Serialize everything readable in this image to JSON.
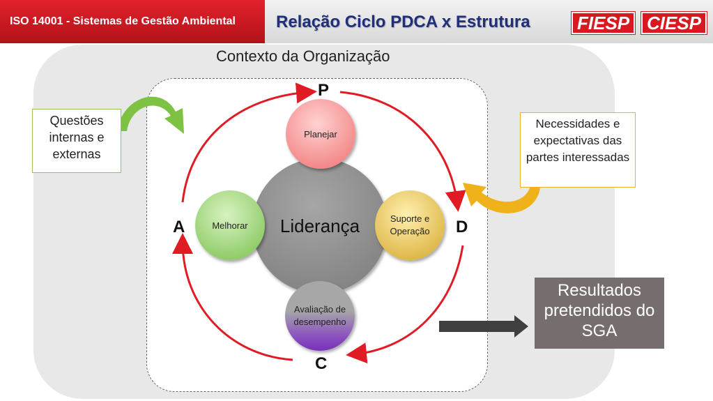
{
  "header": {
    "left_title": "ISO 14001 - Sistemas de Gestão Ambiental",
    "main_title": "Relação Ciclo PDCA x Estrutura",
    "logos": [
      "FIESP",
      "CIESP"
    ]
  },
  "context": {
    "label": "Contexto da Organização"
  },
  "boxes": {
    "left": "Questões internas e externas",
    "right": "Necessidades e expectativas das partes interessadas",
    "result": "Resultados pretendidos do SGA"
  },
  "circles": {
    "center": "Liderança",
    "top": "Planejar",
    "left": "Melhorar",
    "right": "Suporte e Operação",
    "bottom": "Avaliação de desempenho"
  },
  "letters": {
    "p": "P",
    "a": "A",
    "d": "D",
    "c": "C"
  },
  "colors": {
    "red": "#e01b23",
    "navy": "#1f2f7a",
    "green": "#78c04a",
    "gold": "#f0b21a",
    "result_gray": "#766e6e"
  }
}
